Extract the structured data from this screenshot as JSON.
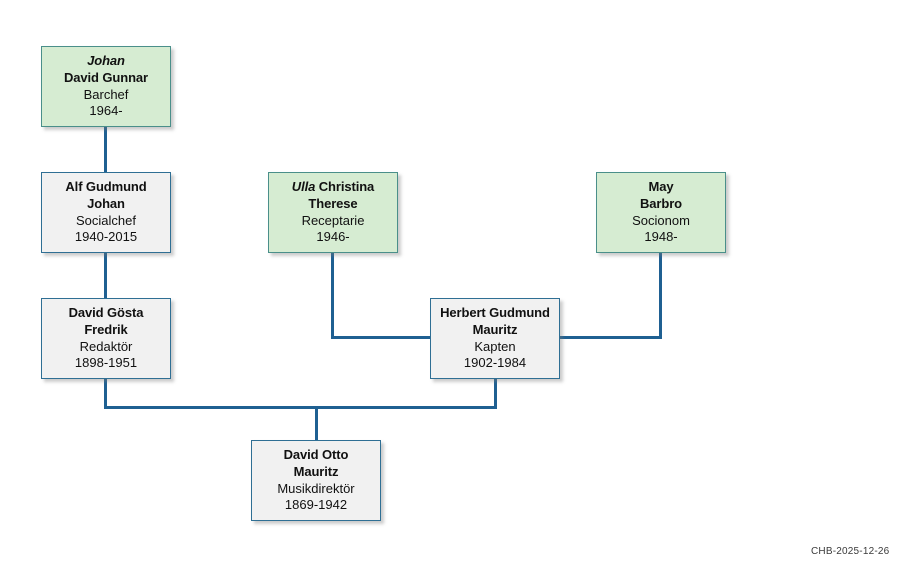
{
  "diagram": {
    "type": "family-tree",
    "title_stamp": "CHB-2025-12-26",
    "colors": {
      "green_fill": "#d6ecd2",
      "green_border": "#4a8f8a",
      "grey_fill": "#f1f1f1",
      "grey_border": "#2f6f94",
      "connector": "#1f6092",
      "text": "#111111",
      "background": "#ffffff"
    },
    "nodes": [
      {
        "id": "johan-david-gunnar",
        "style": "green",
        "call_name": "Johan",
        "name_rest": "David Gunnar",
        "name_line2": "",
        "occupation": "Barchef",
        "years": "1964-"
      },
      {
        "id": "alf-gudmund-johan",
        "style": "grey",
        "call_name": "",
        "name_rest": "Alf Gudmund",
        "name_line2": "Johan",
        "occupation": "Socialchef",
        "years": "1940-2015"
      },
      {
        "id": "ulla-christina-therese",
        "style": "green",
        "call_name": "Ulla",
        "name_rest": "Christina",
        "name_line2": "Therese",
        "occupation": "Receptarie",
        "years": "1946-"
      },
      {
        "id": "may-barbro",
        "style": "green",
        "call_name": "",
        "name_rest": "May",
        "name_line2": "Barbro",
        "occupation": "Socionom",
        "years": "1948-"
      },
      {
        "id": "david-gosta-fredrik",
        "style": "grey",
        "call_name": "",
        "name_rest": "David Gösta",
        "name_line2": "Fredrik",
        "occupation": "Redaktör",
        "years": "1898-1951"
      },
      {
        "id": "herbert-gudmund-mauritz",
        "style": "grey",
        "call_name": "",
        "name_rest": "Herbert Gudmund",
        "name_line2": "Mauritz",
        "occupation": "Kapten",
        "years": "1902-1984"
      },
      {
        "id": "david-otto-mauritz",
        "style": "grey",
        "call_name": "",
        "name_rest": "David Otto",
        "name_line2": "Mauritz",
        "occupation": "Musikdirektör",
        "years": "1869-1942"
      }
    ]
  }
}
